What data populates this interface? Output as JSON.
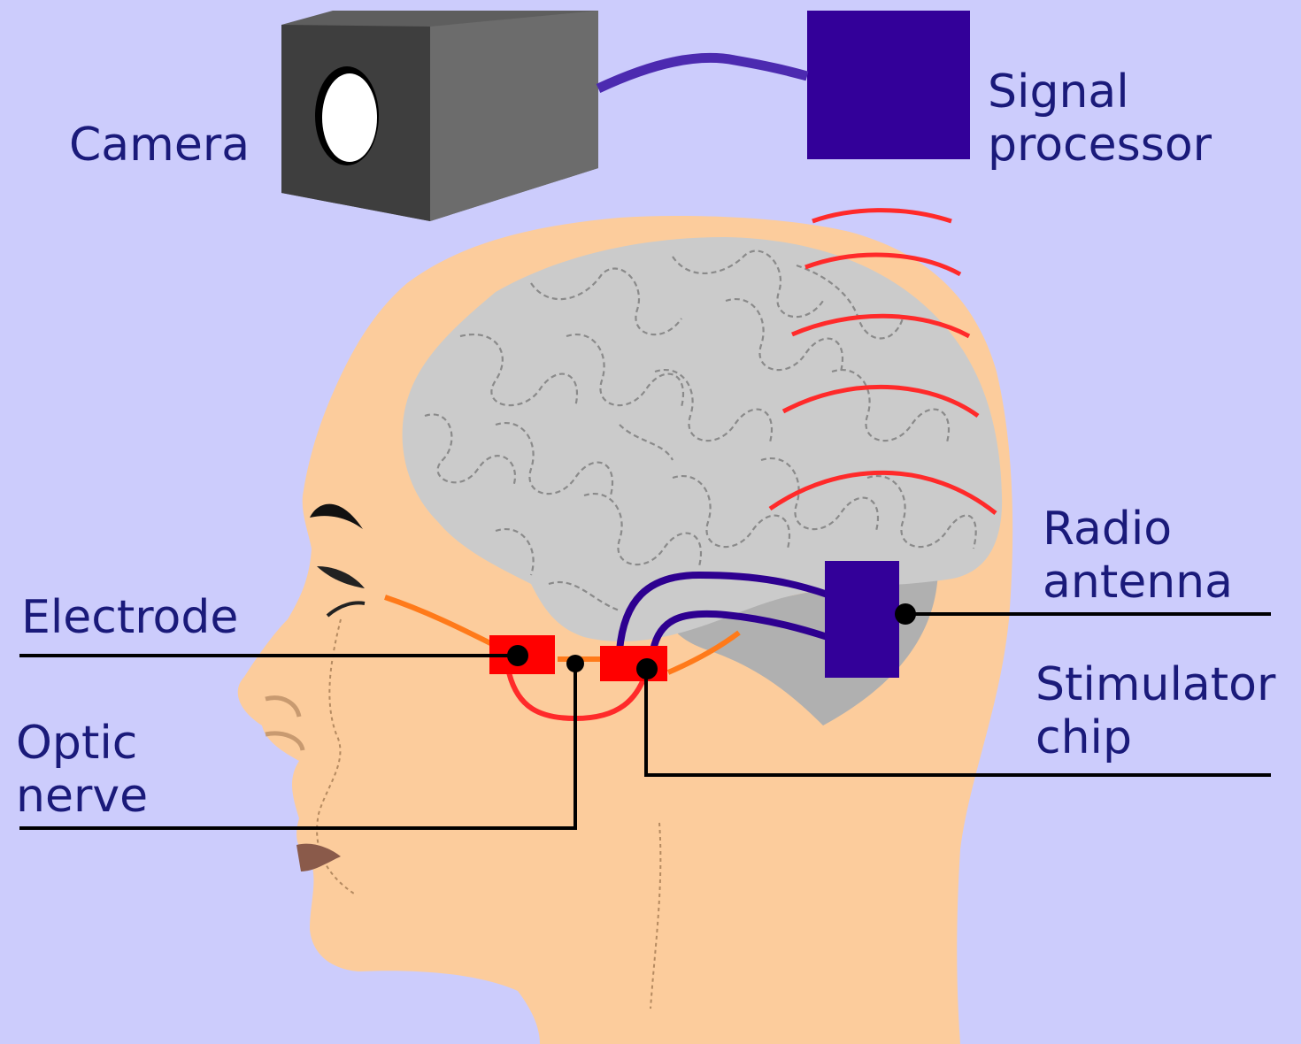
{
  "labels": {
    "camera": "Camera",
    "signal_processor": [
      "Signal",
      "processor"
    ],
    "radio_antenna": [
      "Radio",
      "antenna"
    ],
    "stimulator_chip": [
      "Stimulator",
      "chip"
    ],
    "electrode": "Electrode",
    "optic_nerve": [
      "Optic",
      "nerve"
    ]
  },
  "colors": {
    "background": "#ccccfc",
    "skin": "#fccc9c",
    "brain": "#cbcbcb",
    "brain_folds": "#8a8a8a",
    "chip_red": "#ff0000",
    "wire_purple": "#2e0090",
    "signal_waves": "#ff2a2a",
    "nerve_orange": "#ff7a1a",
    "label_text": "#1a1a7a"
  }
}
